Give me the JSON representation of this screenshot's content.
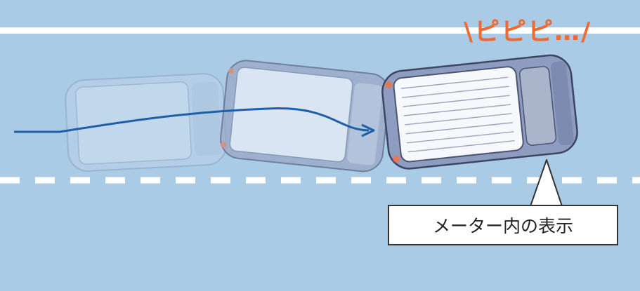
{
  "illustration": {
    "sound_effect": "\\ピピピ…/",
    "callout_label": "メーター内の表示",
    "colors": {
      "road": "#a9cbe6",
      "lane_line": "#ffffff",
      "trajectory": "#1f5fa8",
      "sound_effect": "#ee6a33",
      "car_body": "#8e9cc2",
      "car_roof": "#f7f8fb"
    },
    "ghost_cars": 2,
    "icons": [
      "car-icon",
      "trajectory-arrow",
      "speech-callout"
    ]
  }
}
